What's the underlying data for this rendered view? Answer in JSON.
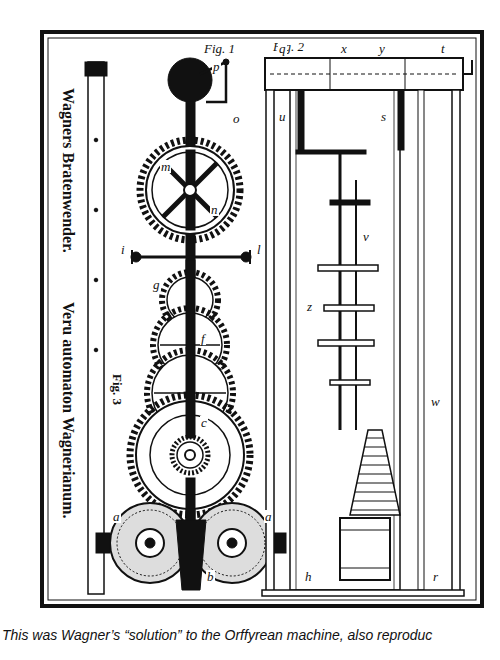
{
  "diagram": {
    "title": "Wagners Bratenwender.",
    "caption": "This was Wagner’s “solution” to the Orffyrean machine, also reproduc",
    "labels": [
      "Veru automaton Wagnerianum.",
      "Fig. 1",
      "Fig. 2",
      "Fig. 3",
      "p",
      "o",
      "m",
      "n",
      "i",
      "l",
      "g",
      "f",
      "c",
      "a",
      "a",
      "b",
      "q",
      "x",
      "y",
      "t",
      "u",
      "s",
      "z",
      "v",
      "w",
      "r",
      "h"
    ]
  }
}
